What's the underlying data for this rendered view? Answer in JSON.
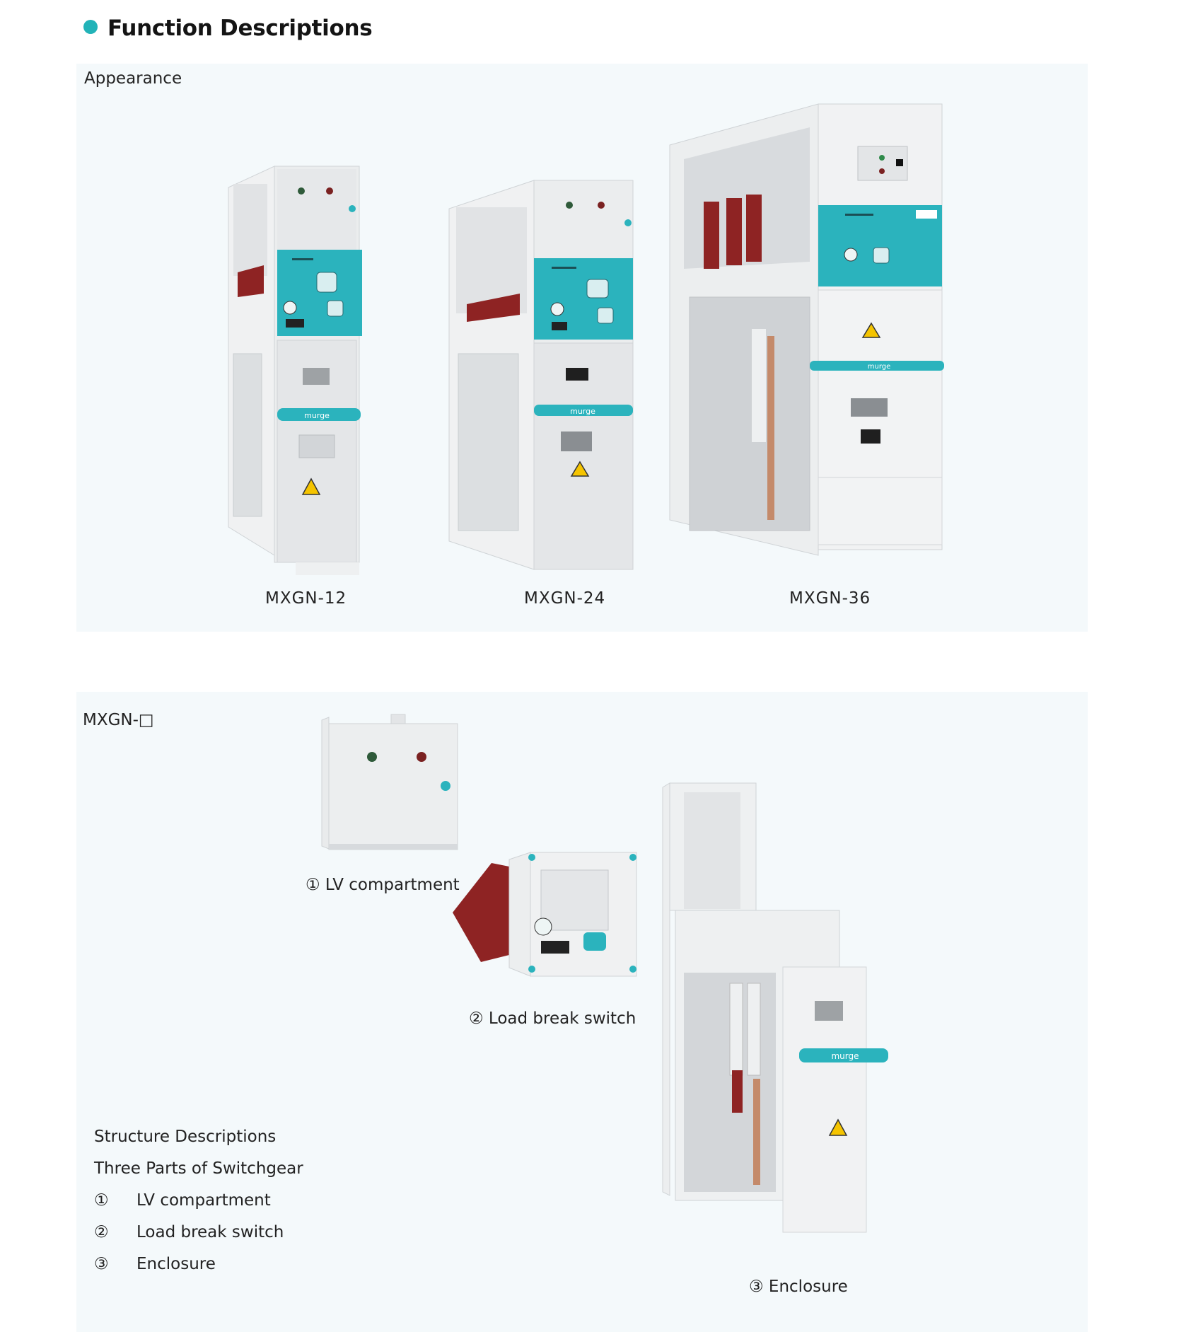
{
  "section": {
    "title": "Function Descriptions",
    "bullet_color": "#22b3b8"
  },
  "appearance": {
    "label": "Appearance",
    "models": [
      {
        "name": "MXGN-12",
        "brand": "murge"
      },
      {
        "name": "MXGN-24",
        "brand": "murge"
      },
      {
        "name": "MXGN-36",
        "brand": "murge"
      }
    ]
  },
  "structure_panel": {
    "label": "MXGN-□",
    "parts": [
      {
        "caption": "① LV compartment"
      },
      {
        "caption": "② Load break switch"
      },
      {
        "caption": "③ Enclosure",
        "brand": "murge"
      }
    ],
    "descriptions": {
      "heading": "Structure Descriptions",
      "subheading": "Three Parts of Switchgear",
      "items": [
        {
          "num": "①",
          "text": "LV compartment"
        },
        {
          "num": "②",
          "text": "Load break switch"
        },
        {
          "num": "③",
          "text": "Enclosure"
        }
      ]
    }
  },
  "colors": {
    "accent_teal": "#2bb3bd",
    "panel_bg": "#f4f9fb",
    "insulator_red": "#8e2323"
  }
}
